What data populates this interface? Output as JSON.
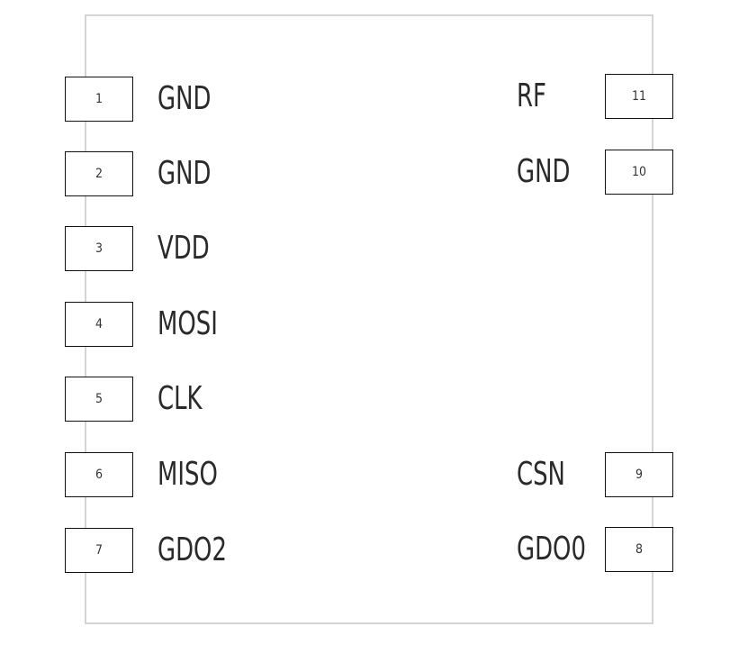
{
  "pins": [
    {
      "number": "1",
      "name": "GND"
    },
    {
      "number": "2",
      "name": "GND"
    },
    {
      "number": "3",
      "name": "VDD"
    },
    {
      "number": "4",
      "name": "MOSI"
    },
    {
      "number": "5",
      "name": "CLK"
    },
    {
      "number": "6",
      "name": "MISO"
    },
    {
      "number": "7",
      "name": "GDO2"
    },
    {
      "number": "8",
      "name": "GDO0"
    },
    {
      "number": "9",
      "name": "CSN"
    },
    {
      "number": "10",
      "name": "GND"
    },
    {
      "number": "11",
      "name": "RF"
    }
  ],
  "colors": {
    "outline": "#d4d4d4",
    "pin_border": "#111111",
    "text": "#2a2a2a"
  }
}
